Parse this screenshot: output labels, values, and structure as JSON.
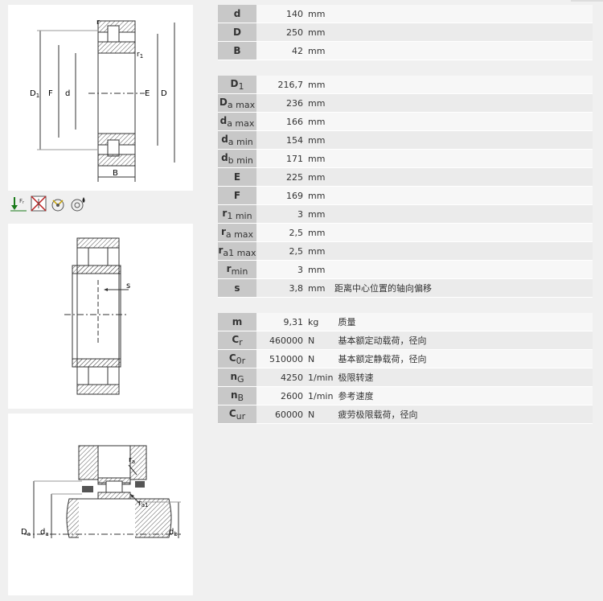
{
  "dimension_rows": [
    {
      "sym": "d",
      "sub": "",
      "value": "140",
      "unit": "mm",
      "desc": ""
    },
    {
      "sym": "D",
      "sub": "",
      "value": "250",
      "unit": "mm",
      "desc": ""
    },
    {
      "sym": "B",
      "sub": "",
      "value": "42",
      "unit": "mm",
      "desc": ""
    }
  ],
  "mounting_rows": [
    {
      "sym": "D",
      "sub": "1",
      "value": "216,7",
      "unit": "mm",
      "desc": ""
    },
    {
      "sym": "D",
      "sub": "a max",
      "value": "236",
      "unit": "mm",
      "desc": ""
    },
    {
      "sym": "d",
      "sub": "a max",
      "value": "166",
      "unit": "mm",
      "desc": ""
    },
    {
      "sym": "d",
      "sub": "a min",
      "value": "154",
      "unit": "mm",
      "desc": ""
    },
    {
      "sym": "d",
      "sub": "b min",
      "value": "171",
      "unit": "mm",
      "desc": ""
    },
    {
      "sym": "E",
      "sub": "",
      "value": "225",
      "unit": "mm",
      "desc": ""
    },
    {
      "sym": "F",
      "sub": "",
      "value": "169",
      "unit": "mm",
      "desc": ""
    },
    {
      "sym": "r",
      "sub": "1 min",
      "value": "3",
      "unit": "mm",
      "desc": ""
    },
    {
      "sym": "r",
      "sub": "a max",
      "value": "2,5",
      "unit": "mm",
      "desc": ""
    },
    {
      "sym": "r",
      "sub": "a1 max",
      "value": "2,5",
      "unit": "mm",
      "desc": ""
    },
    {
      "sym": "r",
      "sub": "min",
      "value": "3",
      "unit": "mm",
      "desc": ""
    },
    {
      "sym": "s",
      "sub": "",
      "value": "3,8",
      "unit": "mm",
      "desc": "距离中心位置的轴向偏移"
    }
  ],
  "performance_rows": [
    {
      "sym": "m",
      "sub": "",
      "value": "9,31",
      "unit": "kg",
      "desc": "质量"
    },
    {
      "sym": "C",
      "sub": "r",
      "value": "460000",
      "unit": "N",
      "desc": "基本额定动载荷，径向"
    },
    {
      "sym": "C",
      "sub": "0r",
      "value": "510000",
      "unit": "N",
      "desc": "基本额定静载荷，径向"
    },
    {
      "sym": "n",
      "sub": "G",
      "value": "4250",
      "unit": "1/min",
      "desc": "极限转速"
    },
    {
      "sym": "n",
      "sub": "B",
      "value": "2600",
      "unit": "1/min",
      "desc": "参考速度"
    },
    {
      "sym": "C",
      "sub": "ur",
      "value": "60000",
      "unit": "N",
      "desc": "疲劳极限载荷，径向"
    }
  ],
  "drawing1_labels": {
    "r": "r",
    "r1": "r",
    "r1_sub": "1",
    "D1": "D",
    "D1_sub": "1",
    "F": "F",
    "d": "d",
    "E": "E",
    "D": "D",
    "B": "B"
  },
  "drawing2_labels": {
    "s": "s"
  },
  "drawing3_labels": {
    "ra": "r",
    "ra_sub": "a",
    "ra1": "r",
    "ra1_sub": "a1",
    "Da": "D",
    "Da_sub": "a",
    "da": "d",
    "da_sub": "a",
    "db": "d",
    "db_sub": "b"
  },
  "icons": [
    "radial-load-icon",
    "no-axial-load-icon",
    "misalignment-icon",
    "lubrication-icon"
  ],
  "icon_labels": {
    "radial_load": "F",
    "radial_load_sub": "r"
  }
}
